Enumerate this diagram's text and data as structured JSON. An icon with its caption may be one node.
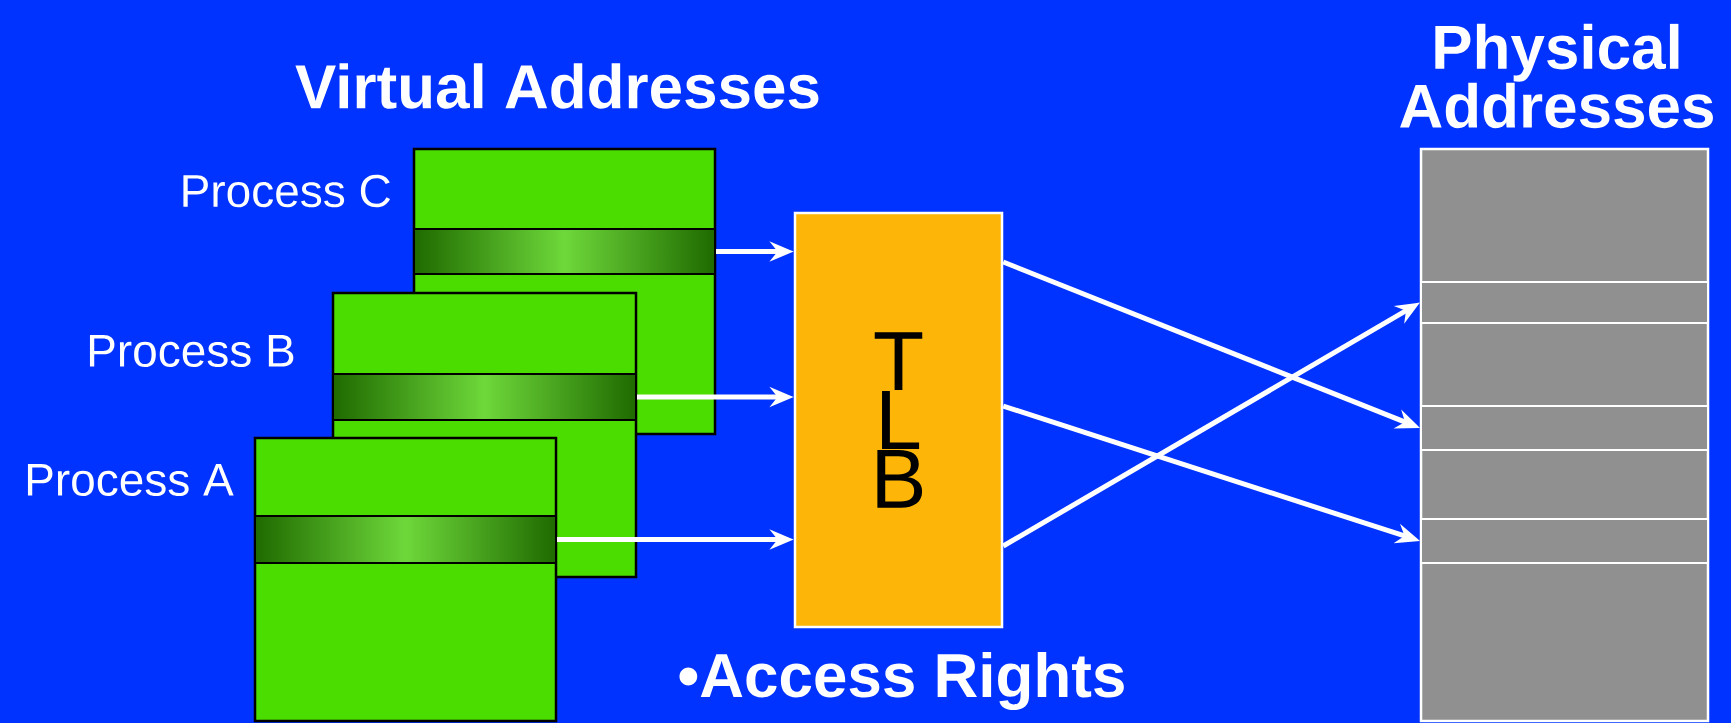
{
  "diagram": {
    "nodes": [
      {
        "text": [],
        "shape": "box",
        "beside": [
          "Process C"
        ]
      },
      {
        "text": [],
        "shape": "bar",
        "in": 0
      },
      {
        "text": [],
        "shape": "box",
        "beside": [
          "Process B"
        ]
      },
      {
        "text": [],
        "shape": "bar",
        "in": 2
      },
      {
        "text": [],
        "shape": "box",
        "beside": [
          "Process A"
        ]
      },
      {
        "text": [],
        "shape": "bar",
        "in": 4
      },
      {
        "text": [
          "T L B"
        ]
      },
      {
        "text": [
          "Physical Addresses"
        ]
      },
      {
        "text": [],
        "shape": "bar",
        "in": 7
      },
      {
        "text": [],
        "shape": "bar",
        "in": 7
      },
      {
        "text": [],
        "shape": "bar",
        "in": 7
      }
    ],
    "edges": [
      {
        "from": 1,
        "to": 6,
        "arrow": "to"
      },
      {
        "from": 3,
        "to": 6,
        "arrow": "to"
      },
      {
        "from": 5,
        "to": 6,
        "arrow": "to"
      },
      {
        "from": 6,
        "to": 9,
        "arrow": "to"
      },
      {
        "from": 6,
        "to": 10,
        "arrow": "to"
      },
      {
        "from": 6,
        "to": 8,
        "arrow": "to"
      }
    ],
    "labels": [
      "Virtual Addresses",
      "•Access Rights"
    ]
  }
}
